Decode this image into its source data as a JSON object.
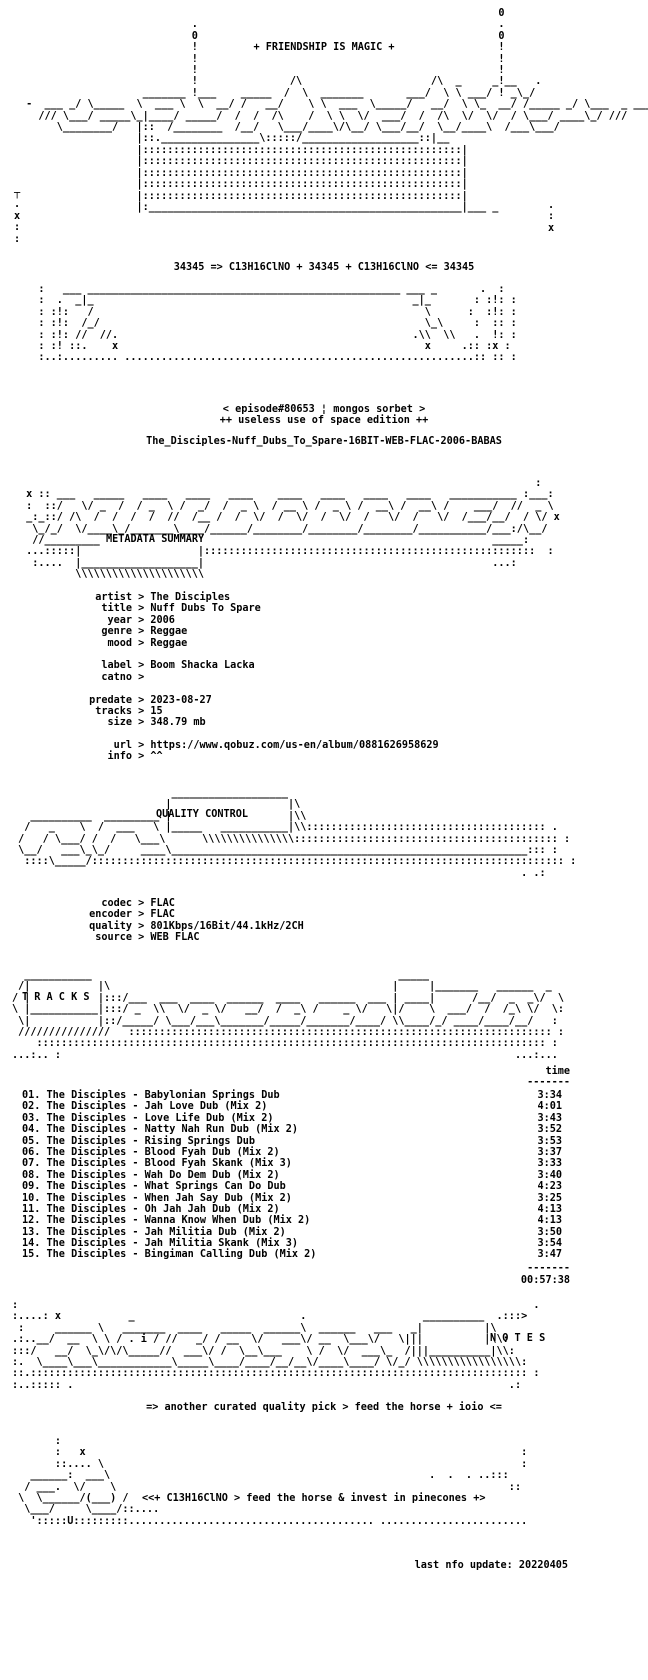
{
  "header": {
    "friendship": "+ FRIENDSHIP IS MAGIC +",
    "formula": "34345 => C13H16ClNO + 34345 + C13H16ClNO <= 34345",
    "episode": "< episode#80653 ¦ mongos sorbet >",
    "edition": "++ useless use of space edition ++",
    "release": "The_Disciples-Nuff_Dubs_To_Spare-16BIT-WEB-FLAC-2006-BABAS"
  },
  "sections": {
    "metadata": "METADATA SUMMARY",
    "quality": "QUALITY CONTROL",
    "tracks": "T R A C K S",
    "notes": "N O T E S"
  },
  "metadata": {
    "artist_label": "artist",
    "artist": "The Disciples",
    "title_label": "title",
    "title": "Nuff Dubs To Spare",
    "year_label": "year",
    "year": "2006",
    "genre_label": "genre",
    "genre": "Reggae",
    "mood_label": "mood",
    "mood": "Reggae",
    "label_label": "label",
    "label": "Boom Shacka Lacka",
    "catno_label": "catno",
    "catno": "",
    "predate_label": "predate",
    "predate": "2023-08-27",
    "tracks_label": "tracks",
    "tracks": "15",
    "size_label": "size",
    "size": "348.79 mb",
    "url_label": "url",
    "url": "https://www.qobuz.com/us-en/album/0881626958629",
    "info_label": "info",
    "info": "^^"
  },
  "quality": {
    "codec_label": "codec",
    "codec": "FLAC",
    "encoder_label": "encoder",
    "encoder": "FLAC",
    "quality_label": "quality",
    "quality": "801Kbps/16Bit/44.1kHz/2CH",
    "source_label": "source",
    "source": "WEB FLAC"
  },
  "tracklist": {
    "time_header": "time",
    "rule": "-------",
    "total": "00:57:38",
    "items": [
      {
        "title": "01. The Disciples - Babylonian Springs Dub",
        "time": "3:34"
      },
      {
        "title": "02. The Disciples - Jah Love Dub (Mix 2)",
        "time": "4:01"
      },
      {
        "title": "03. The Disciples - Love Life Dub (Mix 2)",
        "time": "3:43"
      },
      {
        "title": "04. The Disciples - Natty Nah Run Dub (Mix 2)",
        "time": "3:52"
      },
      {
        "title": "05. The Disciples - Rising Springs Dub",
        "time": "3:53"
      },
      {
        "title": "06. The Disciples - Blood Fyah Dub (Mix 2)",
        "time": "3:37"
      },
      {
        "title": "07. The Disciples - Blood Fyah Skank (Mix 3)",
        "time": "3:33"
      },
      {
        "title": "08. The Disciples - Wah Do Dem Dub (Mix 2)",
        "time": "3:40"
      },
      {
        "title": "09. The Disciples - What Springs Can Do Dub",
        "time": "4:23"
      },
      {
        "title": "10. The Disciples - When Jah Say Dub (Mix 2)",
        "time": "3:25"
      },
      {
        "title": "11. The Disciples - Oh Jah Jah Dub (Mix 2)",
        "time": "4:13"
      },
      {
        "title": "12. The Disciples - Wanna Know When Dub (Mix 2)",
        "time": "4:13"
      },
      {
        "title": "13. The Disciples - Jah Militia Dub (Mix 2)",
        "time": "3:50"
      },
      {
        "title": "14. The Disciples - Jah Militia Skank (Mix 3)",
        "time": "3:54"
      },
      {
        "title": "15. The Disciples - Bingiman Calling Dub (Mix 2)",
        "time": "3:47"
      }
    ]
  },
  "notes": {
    "line": "=> another curated quality pick > feed the horse + ioio <="
  },
  "footer": {
    "slogan": "<<+ C13H16ClNO > feed the horse & invest in pinecones +>",
    "update": "last nfo update: 20220405"
  }
}
